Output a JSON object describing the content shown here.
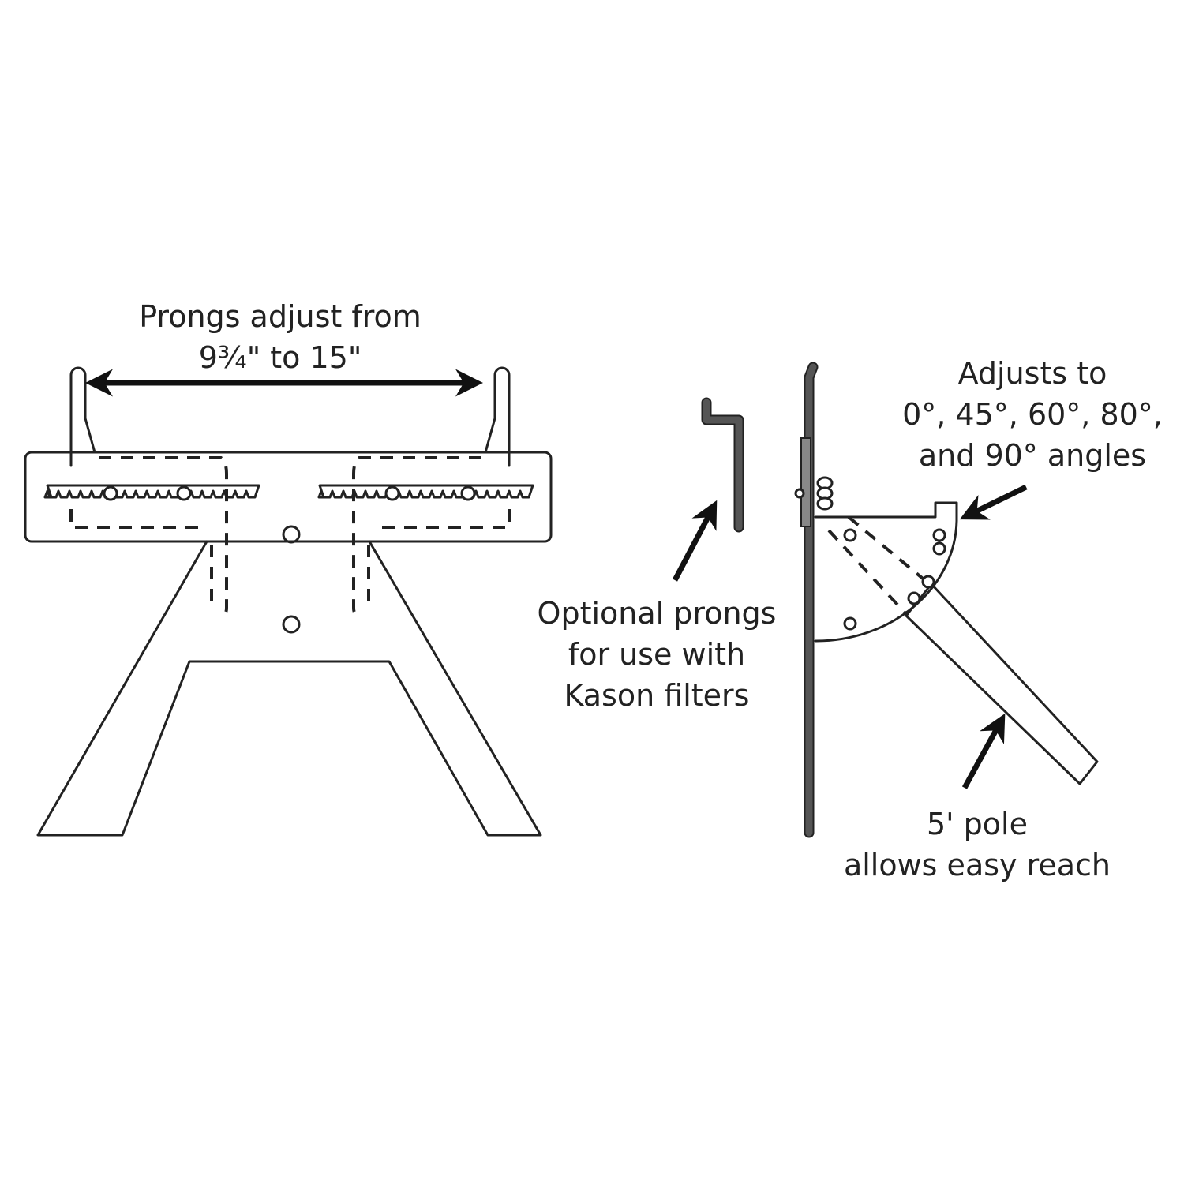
{
  "labels": {
    "prongs_adjust": [
      "Prongs adjust from",
      "9¾\" to 15\""
    ],
    "optional_prongs": [
      "Optional prongs",
      "for use with",
      "Kason filters"
    ],
    "adjusts_to": [
      "Adjusts to",
      "0°, 45°, 60°, 80°,",
      "and 90° angles"
    ],
    "pole": [
      "5' pole",
      "allows easy reach"
    ]
  },
  "colors": {
    "line": "#222222",
    "rod": "#555555",
    "background": "#ffffff"
  }
}
